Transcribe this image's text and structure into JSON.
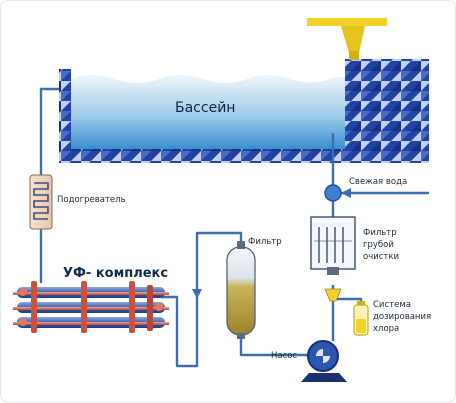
{
  "labels": {
    "pool": "Бассейн",
    "fresh_water": "Свежая вода",
    "heater": "Подогреватель",
    "uf_complex": "УФ- комплекс",
    "filter": "Фильтр",
    "coarse_filter": [
      "Фильтр",
      "грубой",
      "очистки"
    ],
    "chlorine_dosing": [
      "Система",
      "дозирования",
      "хлора"
    ],
    "pump": "Насос"
  },
  "colors": {
    "pipe": "#3b6fb0",
    "tile_dark": "#1d3f9e",
    "tile_light": "#b9c8ea",
    "water_top": "#eaf4fb",
    "water_bottom": "#3f93cf",
    "hopper": "#f1d12a",
    "filter_sediment": "#b19a3a",
    "uf_rods": "#cf5d4e"
  }
}
